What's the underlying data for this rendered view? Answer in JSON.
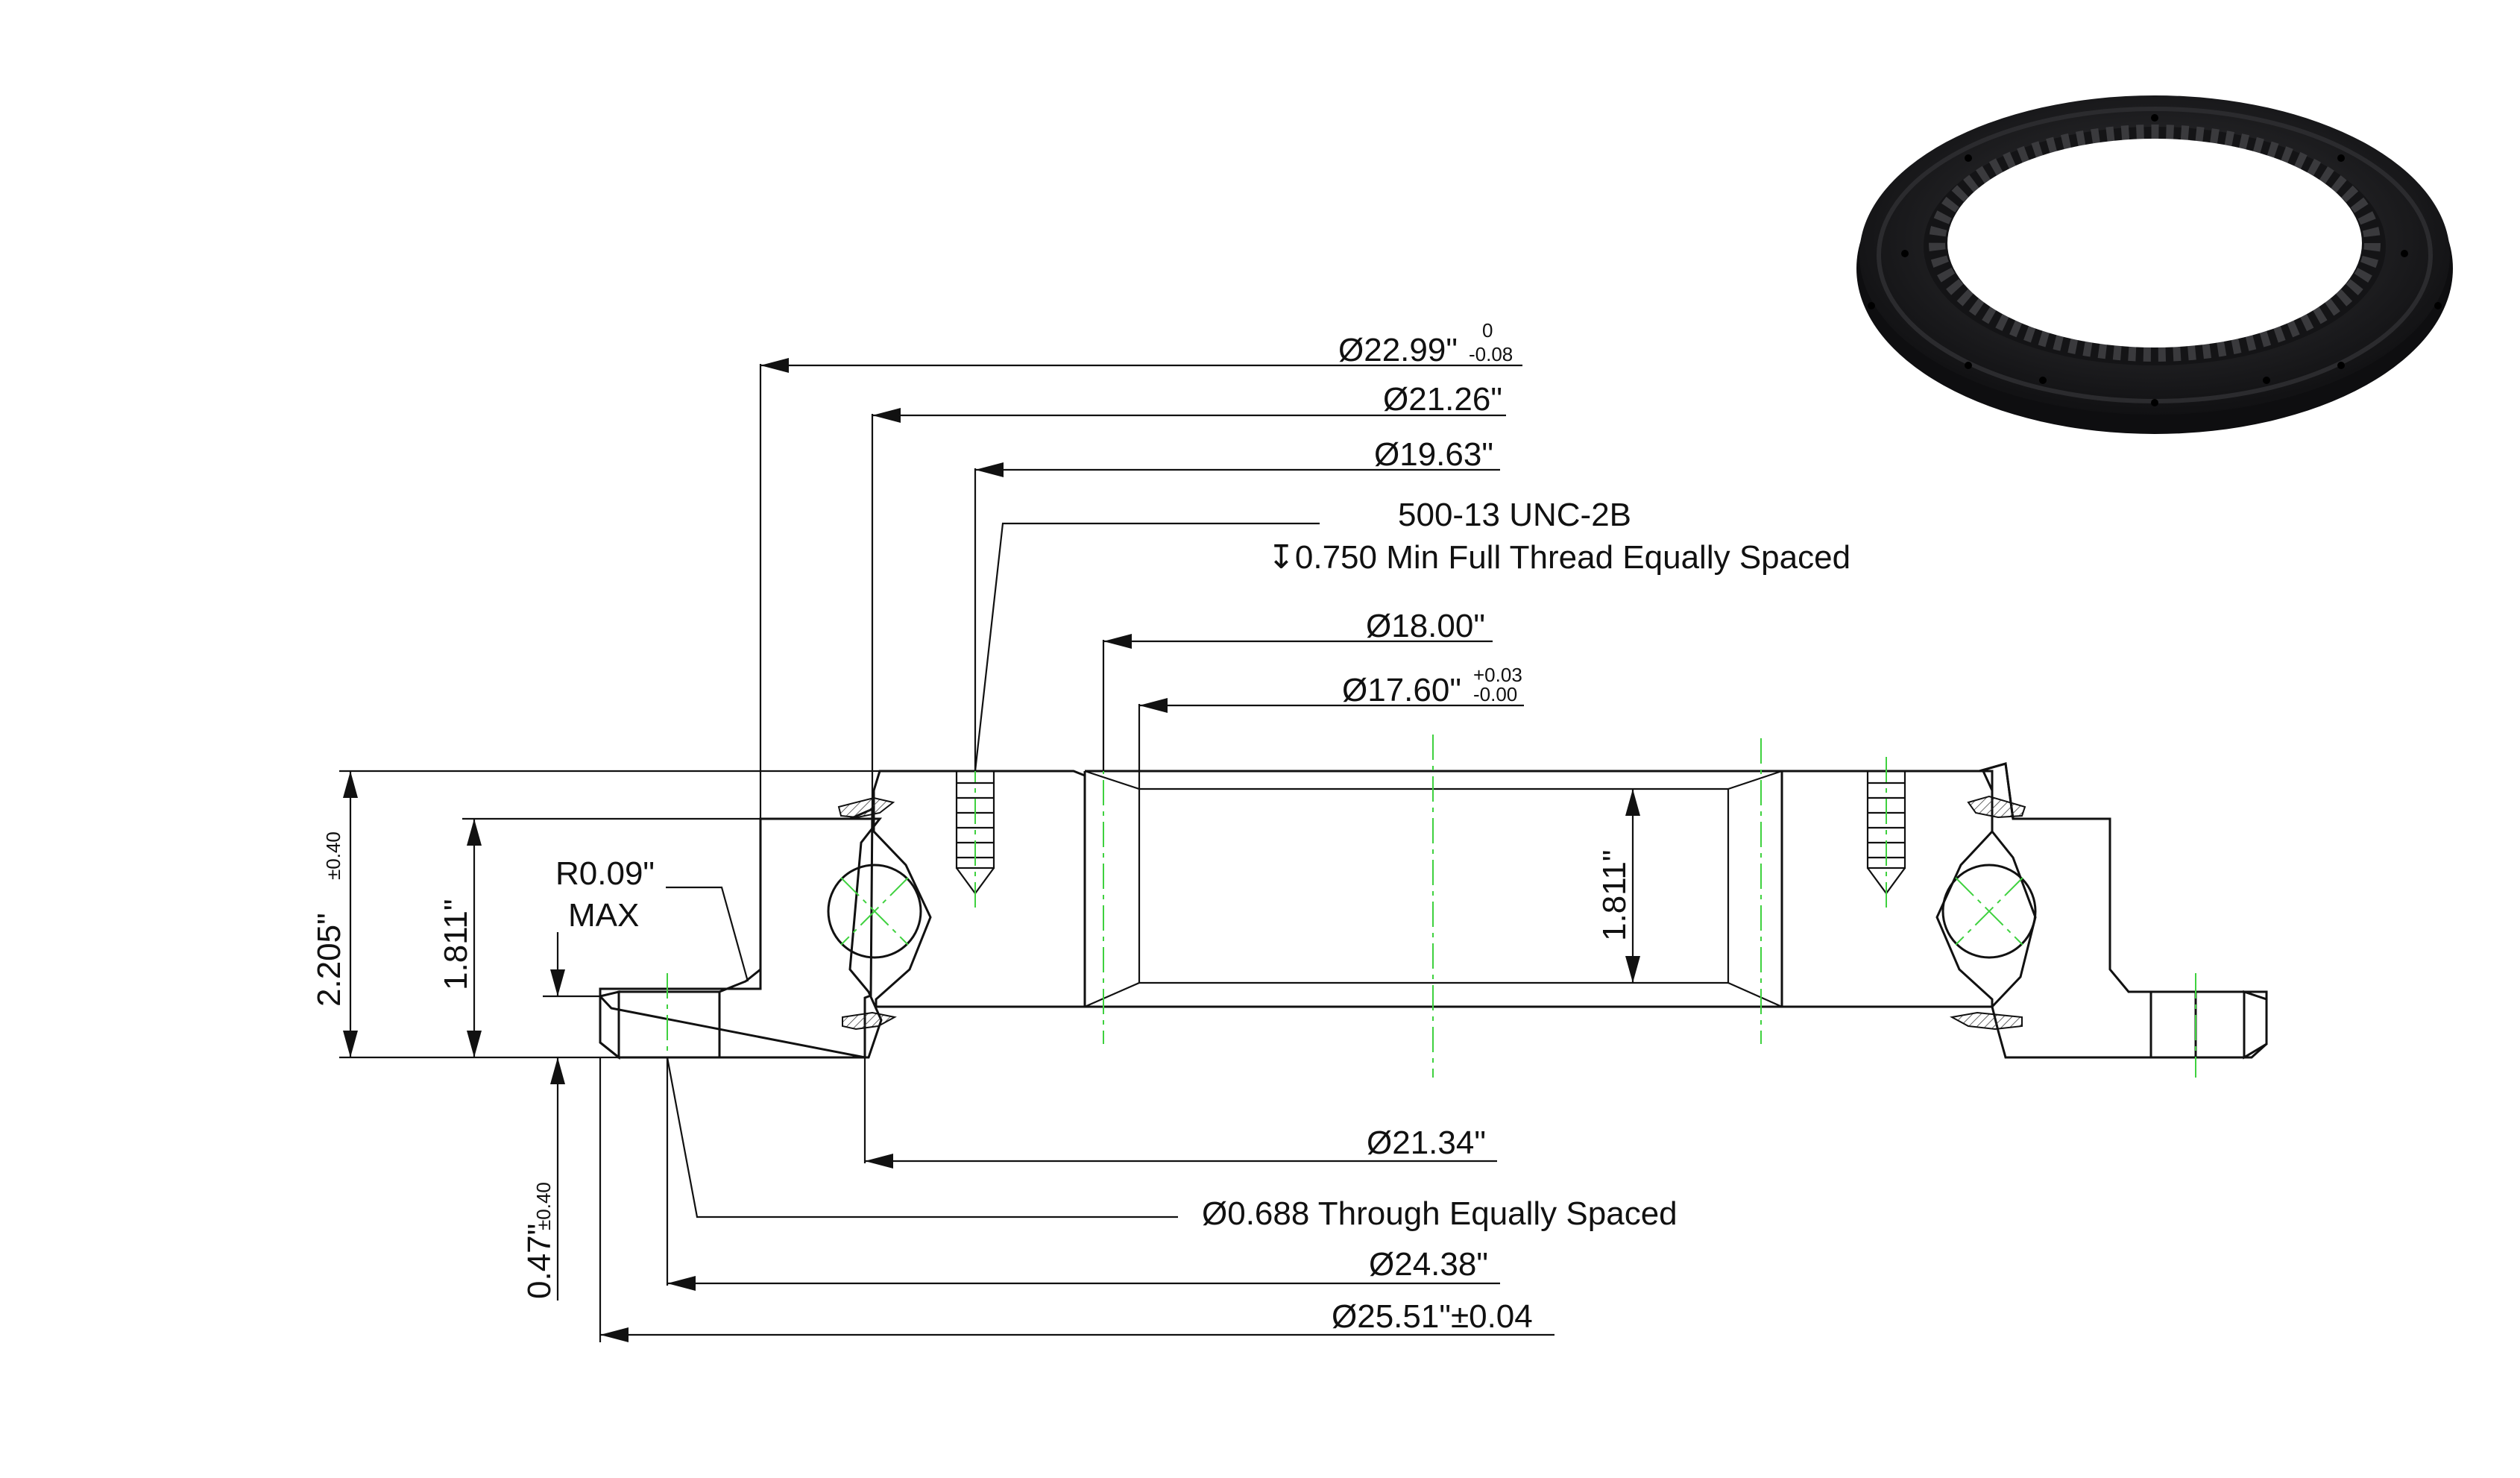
{
  "dims": {
    "d_22_99": "Ø22.99\"",
    "d_22_99_tol_upper": "0",
    "d_22_99_tol_lower": "-0.08",
    "d_21_26": "Ø21.26\"",
    "d_19_63": "Ø19.63\"",
    "thread_line1": "500-13 UNC-2B",
    "thread_line2": "↧0.750 Min Full Thread Equally Spaced",
    "d_18_00": "Ø18.00\"",
    "d_17_60": "Ø17.60\"",
    "d_17_60_tol_upper": "+0.03",
    "d_17_60_tol_lower": "-0.00",
    "d_21_34": "Ø21.34\"",
    "hole_note": "Ø0.688 Through Equally Spaced",
    "d_24_38": "Ø24.38\"",
    "d_25_51": "Ø25.51\"±0.04",
    "radius_line1": "R0.09\"",
    "radius_line2": "MAX",
    "height_total": "2.205\"",
    "height_total_tol": "±0.40",
    "height_inner_left": "1.811\"",
    "height_inner_center": "1.811\"",
    "flange_thickness": "0.47\"",
    "flange_thickness_tol": "±0.40"
  },
  "photo": {
    "description_icon": "slewing-ring-photo",
    "body_color": "#1c1c1e"
  },
  "colors": {
    "line": "#111111",
    "centerline": "#3fd13f",
    "seal": "#d9d9d9"
  }
}
